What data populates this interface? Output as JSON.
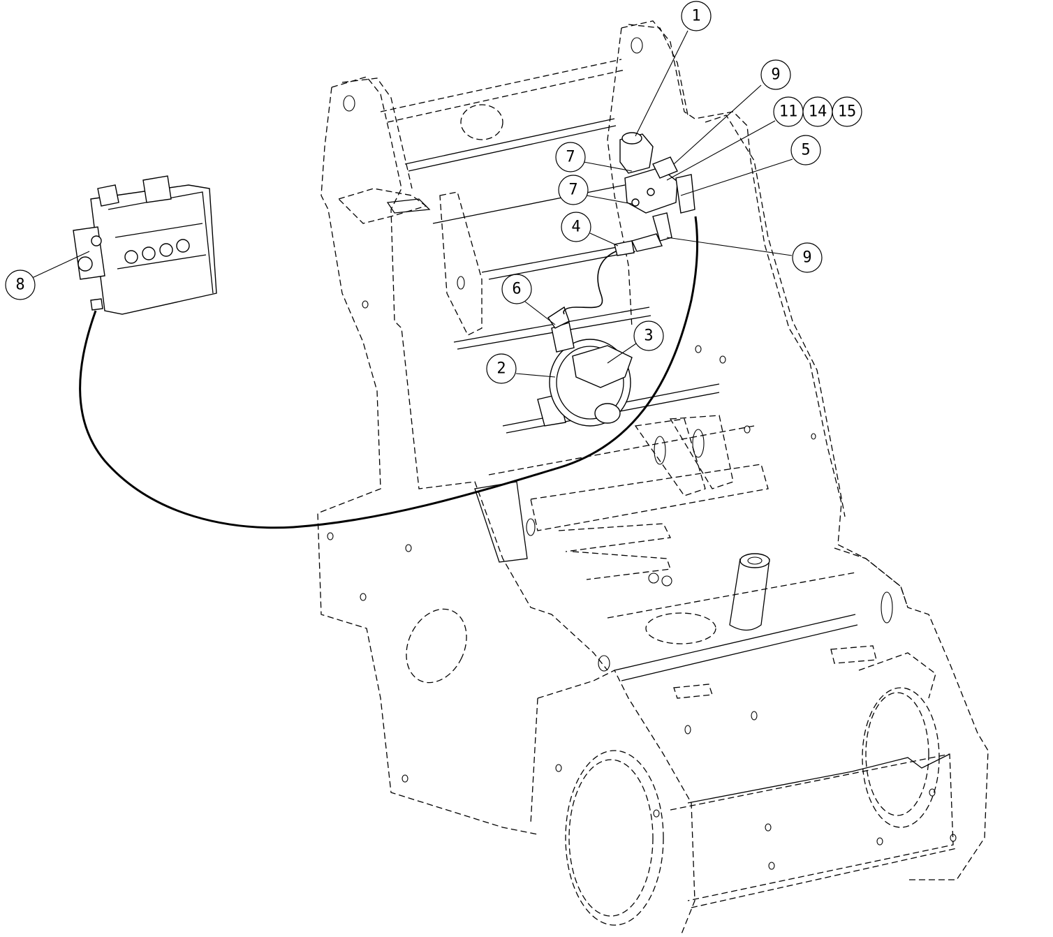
{
  "diagram": {
    "balloons": [
      {
        "id": "b1",
        "label": "1"
      },
      {
        "id": "b9a",
        "label": "9"
      },
      {
        "id": "b11",
        "label": "11"
      },
      {
        "id": "b14",
        "label": "14"
      },
      {
        "id": "b15",
        "label": "15"
      },
      {
        "id": "b5",
        "label": "5"
      },
      {
        "id": "b7a",
        "label": "7"
      },
      {
        "id": "b7b",
        "label": "7"
      },
      {
        "id": "b4",
        "label": "4"
      },
      {
        "id": "b9b",
        "label": "9"
      },
      {
        "id": "b6",
        "label": "6"
      },
      {
        "id": "b3",
        "label": "3"
      },
      {
        "id": "b2",
        "label": "2"
      },
      {
        "id": "b8",
        "label": "8"
      }
    ]
  }
}
